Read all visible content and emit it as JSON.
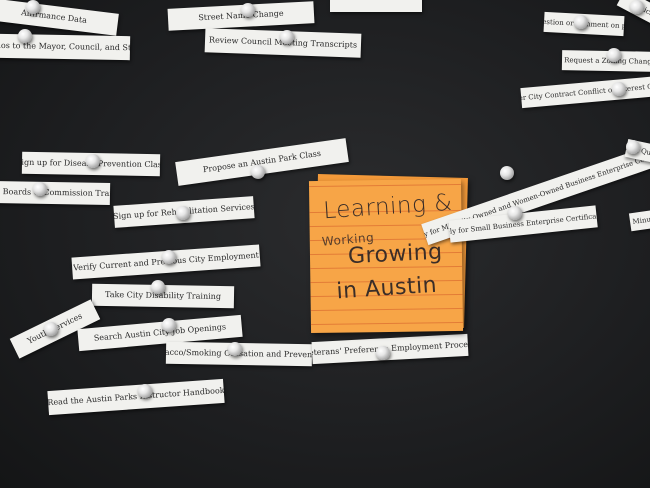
{
  "sticky_note": {
    "line1": "Learning &",
    "line1_insert": "Working",
    "line2": "Growing",
    "line3": "in Austin"
  },
  "strips": [
    "Affirmance Data",
    "Street Name Change",
    "Memos to the Mayor, Council, and Staff",
    "Review Council Meeting Transcripts",
    "Sign up for Disease Prevention Class",
    "Propose an Austin Park Class",
    "Austin Boards & Commission Training",
    "Sign up for Rehabilitation Services",
    "Verify Current and Previous City Employment",
    "Take City Disability Training",
    "Youth Services",
    "Search Austin City Job Openings",
    "Tobacco/Smoking Cessation and Prevention",
    "Veterans' Preference Employment Process",
    "Read the Austin Parks Instructor Handbook",
    "Apply for Minority-Owned and Women-Owned Business Enterprise Certification",
    "Apply for Small Business Enterprise Certification",
    "Ask a question or comment on property?",
    "Request a Zoning Change",
    "Answer City Contract Conflict of Interest Questions",
    "Ethics",
    "Ask a Question",
    "Minutes"
  ]
}
